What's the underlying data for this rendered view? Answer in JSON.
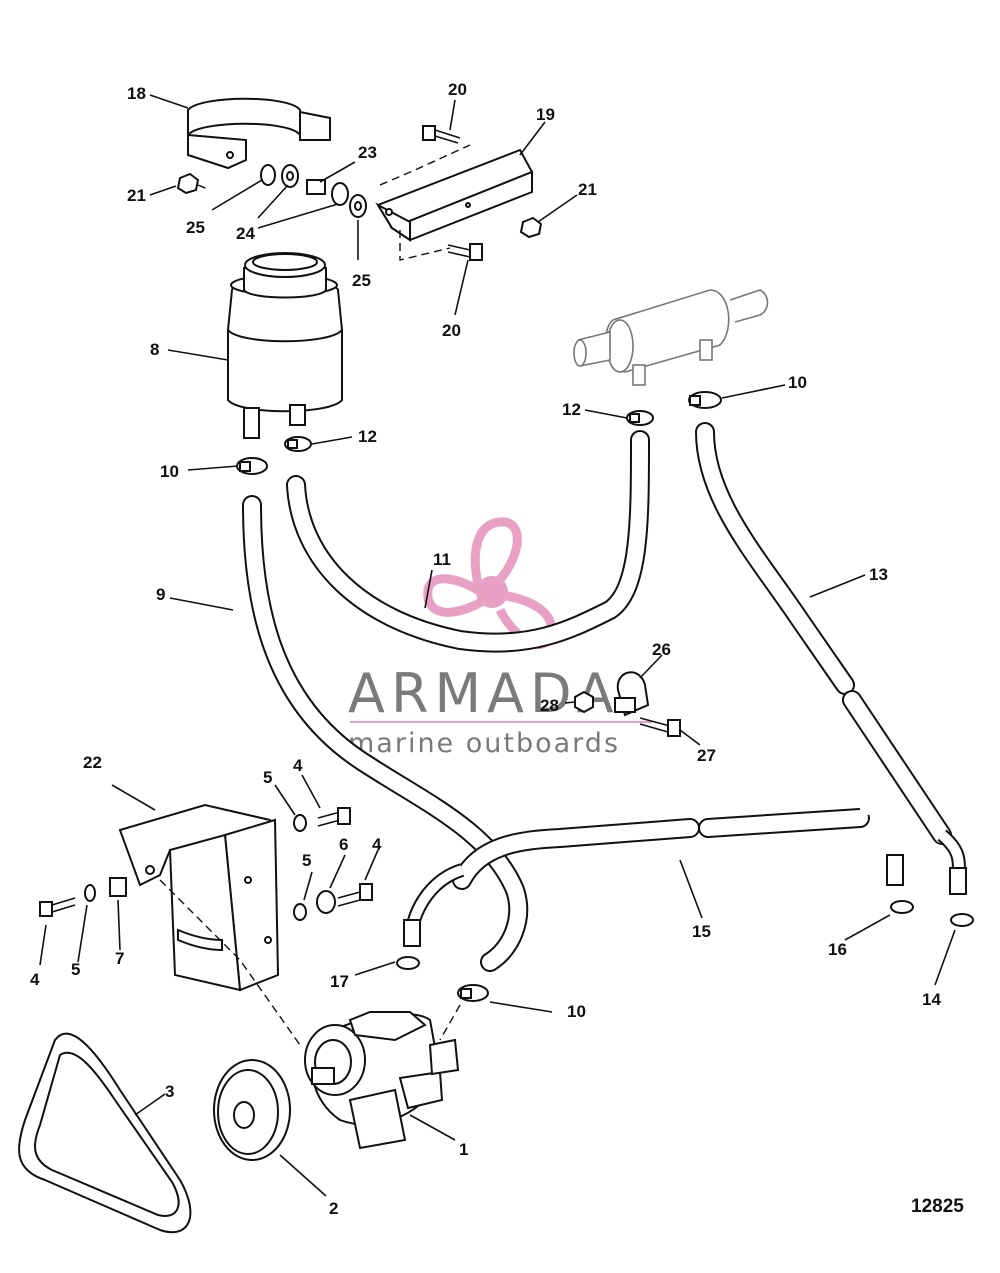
{
  "watermark": {
    "brand": "ARMADA",
    "tagline": "marine outboards",
    "logo_color": "#e8a0c4",
    "text_color": "#7a7a7a"
  },
  "figure_number": "12825",
  "callouts": {
    "c1": "1",
    "c2": "2",
    "c3": "3",
    "c4a": "4",
    "c4b": "4",
    "c4c": "4",
    "c5a": "5",
    "c5b": "5",
    "c5c": "5",
    "c6": "6",
    "c7": "7",
    "c8": "8",
    "c9": "9",
    "c10a": "10",
    "c10b": "10",
    "c10c": "10",
    "c11": "11",
    "c12a": "12",
    "c12b": "12",
    "c13": "13",
    "c14": "14",
    "c15": "15",
    "c16": "16",
    "c17": "17",
    "c18": "18",
    "c19": "19",
    "c20a": "20",
    "c20b": "20",
    "c21a": "21",
    "c21b": "21",
    "c22": "22",
    "c23": "23",
    "c24": "24",
    "c25a": "25",
    "c25b": "25",
    "c26": "26",
    "c27": "27",
    "c28": "28"
  }
}
